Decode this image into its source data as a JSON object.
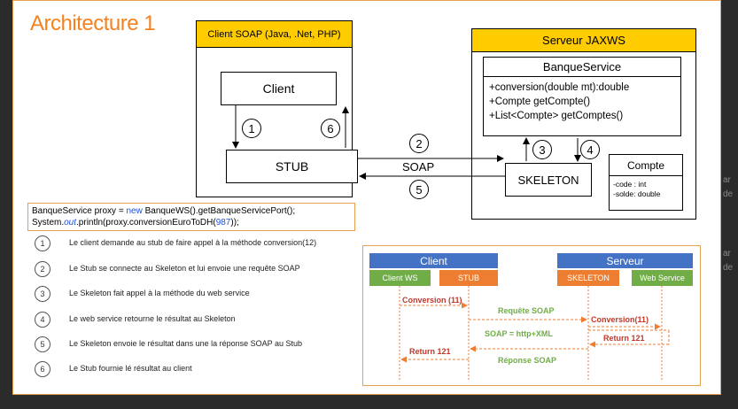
{
  "slide": {
    "title": "Architecture 1"
  },
  "client_soap": {
    "header": "Client SOAP (Java, .Net, PHP)",
    "client_label": "Client",
    "stub_label": "STUB",
    "arrow_down_num": "1",
    "arrow_up_num": "6"
  },
  "serveur": {
    "header": "Serveur JAXWS",
    "banque_title": "BanqueService",
    "methods": [
      "+conversion(double mt):double",
      "+Compte getCompte()",
      "+List<Compte> getComptes()"
    ],
    "skeleton_label": "SKELETON",
    "num3": "3",
    "num4": "4",
    "compte_title": "Compte",
    "compte_fields": [
      "-code : int",
      "-solde: double"
    ]
  },
  "soap": {
    "label": "SOAP",
    "num2": "2",
    "num5": "5"
  },
  "code": {
    "line1_a": "BanqueService proxy = ",
    "line1_new": "new",
    "line1_b": " BanqueWS().getBanqueServicePort();",
    "line2_a": "System.",
    "line2_out": "out",
    "line2_b": ".println(proxy.conversionEuroToDH(",
    "line2_num": "987",
    "line2_c": "));"
  },
  "legend": [
    {
      "num": "1",
      "text": "Le client demande au stub de faire appel à la méthode conversion(12)"
    },
    {
      "num": "2",
      "text": "Le Stub se connecte au Skeleton et lui envoie une requête SOAP"
    },
    {
      "num": "3",
      "text": "Le Skeleton fait appel à la méthode du web service"
    },
    {
      "num": "4",
      "text": "Le web service retourne le résultat au Skeleton"
    },
    {
      "num": "5",
      "text": "Le Skeleton envoie le résultat dans une la réponse SOAP au Stub"
    },
    {
      "num": "6",
      "text": "Le Stub fournie lé résultat au client"
    }
  ],
  "sequence": {
    "client_header": "Client",
    "serveur_header": "Serveur",
    "lanes": [
      "Client WS",
      "STUB",
      "SKELETON",
      "Web Service"
    ],
    "msg_conversion_left": "Conversion (11)",
    "msg_requete": "Requête SOAP",
    "msg_conversion_right": "Conversion(11)",
    "msg_soap": "SOAP = http+XML",
    "msg_return_right": "Return 121",
    "msg_return_left": "Return 121",
    "msg_reponse": "Réponse SOAP"
  },
  "side": {
    "t1": "ar",
    "t2": "de",
    "t3": "ar",
    "t4": "de"
  },
  "colors": {
    "accent_orange": "#f58220",
    "yellow": "#ffcc00",
    "blue": "#4472c4",
    "green": "#70ad47",
    "orange_lane": "#ed7d31",
    "dashed": "#ed7d31"
  }
}
